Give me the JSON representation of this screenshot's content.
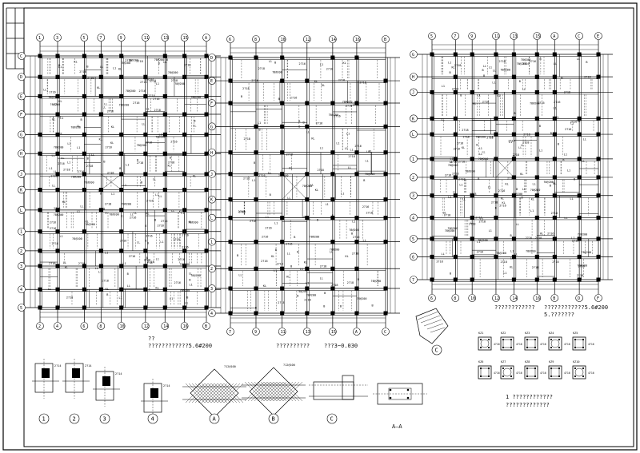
{
  "sheet": {
    "plan_titles": [
      {
        "text": "??",
        "sub": "????????????5.6#200"
      },
      {
        "text": "",
        "sub": "??????????",
        "sub2": "???3~0.030"
      },
      {
        "text": "????????????",
        "sub": "????????????5.6#200",
        "sub2": "5.???????"
      }
    ],
    "grid_bubbles": [
      "1",
      "2",
      "3",
      "4",
      "5",
      "6",
      "7",
      "8",
      "9",
      "10",
      "11",
      "12",
      "13",
      "14",
      "15",
      "16",
      "A",
      "B",
      "C",
      "D",
      "E",
      "F",
      "G",
      "H",
      "J",
      "K",
      "L"
    ],
    "detail_labels": [
      "1",
      "2",
      "3",
      "4",
      "A",
      "B",
      "C"
    ],
    "section_label": "A—A",
    "legend_note": "1 ????????????",
    "legend_note_2": "?????????????"
  },
  "colors": {
    "line": "#000000",
    "paper": "#ffffff"
  }
}
